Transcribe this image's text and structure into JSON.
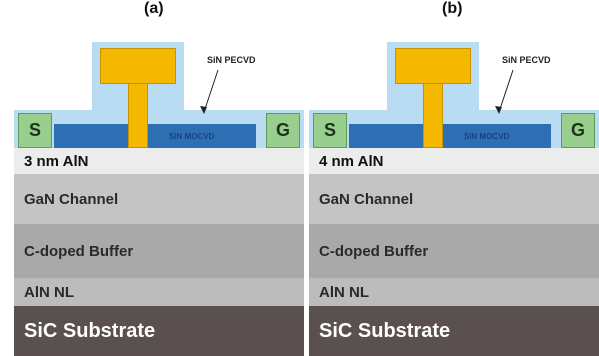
{
  "panels": [
    {
      "label": "(a)",
      "source_label": "S",
      "gate_label": "G",
      "pecvd_label": "SiN PECVD",
      "mocvd_label": "SiN MOCVD",
      "layers": {
        "aln": "3 nm AlN",
        "channel": "GaN Channel",
        "buffer": "C-doped Buffer",
        "nucleation": "AlN NL",
        "substrate": "SiC Substrate"
      }
    },
    {
      "label": "(b)",
      "source_label": "S",
      "gate_label": "G",
      "pecvd_label": "SiN PECVD",
      "mocvd_label": "SiN MOCVD",
      "layers": {
        "aln": "4 nm AlN",
        "channel": "GaN Channel",
        "buffer": "C-doped Buffer",
        "nucleation": "AlN NL",
        "substrate": "SiC Substrate"
      }
    }
  ],
  "colors": {
    "gate": "#f5b800",
    "contacts": "#98cf8e",
    "sin_pecvd": "#b9dcf2",
    "sin_mocvd": "#2e6fb3",
    "aln_barrier": "#ececec",
    "gan_channel": "#c4c4c4",
    "buffer": "#a9a9a9",
    "aln_nl": "#bcbcbc",
    "sic_substrate": "#5a5050"
  }
}
